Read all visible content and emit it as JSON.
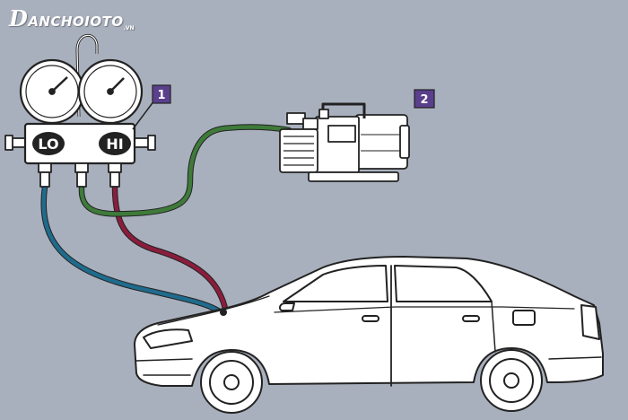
{
  "watermark": {
    "logo_letter": "D",
    "brand_text": "ANCHOIOTO",
    "domain_suffix": ".VN"
  },
  "gauge_manifold": {
    "low_label": "LO",
    "high_label": "HI"
  },
  "callouts": {
    "manifold_number": "1",
    "pump_number": "2"
  },
  "colors": {
    "background": "#a9b0bd",
    "low_side_hose": "#1f6b8c",
    "high_side_hose": "#8a1d3c",
    "vacuum_hose": "#3e7a3a",
    "callout_box": "#5a3f8c"
  },
  "icons": [
    "pressure-gauge-icon",
    "vacuum-pump-icon",
    "car-icon",
    "hose-icon"
  ]
}
